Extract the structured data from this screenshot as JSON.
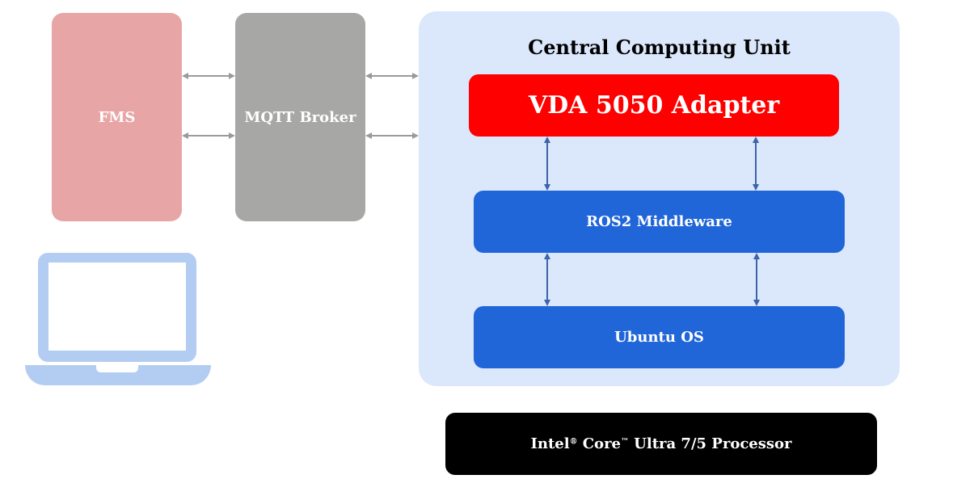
{
  "diagram": {
    "external": {
      "fms": {
        "label": "FMS",
        "color": "#e8a5a6"
      },
      "mqtt_broker": {
        "label": "MQTT Broker",
        "color": "#a7a7a6"
      }
    },
    "central_computing_unit": {
      "title": "Central Computing Unit",
      "background": "#dbe7fb",
      "layers": [
        {
          "id": "vda",
          "label": "VDA 5050 Adapter",
          "color": "#ff0000"
        },
        {
          "id": "ros",
          "label": "ROS2 Middleware",
          "color": "#2066d8"
        },
        {
          "id": "ubuntu",
          "label": "Ubuntu OS",
          "color": "#2066d8"
        }
      ]
    },
    "hardware": {
      "label_parts": [
        "Intel",
        "®",
        " Core",
        "™",
        " Ultra 7/5 Processor"
      ],
      "color": "#000000"
    },
    "device_icon": "laptop-icon",
    "connections": [
      {
        "from": "FMS",
        "to": "MQTT Broker",
        "type": "bidirectional",
        "count": 2
      },
      {
        "from": "MQTT Broker",
        "to": "Central Computing Unit",
        "type": "bidirectional",
        "count": 2
      },
      {
        "from": "VDA 5050 Adapter",
        "to": "ROS2 Middleware",
        "type": "bidirectional",
        "count": 2
      },
      {
        "from": "ROS2 Middleware",
        "to": "Ubuntu OS",
        "type": "bidirectional",
        "count": 2
      }
    ]
  }
}
